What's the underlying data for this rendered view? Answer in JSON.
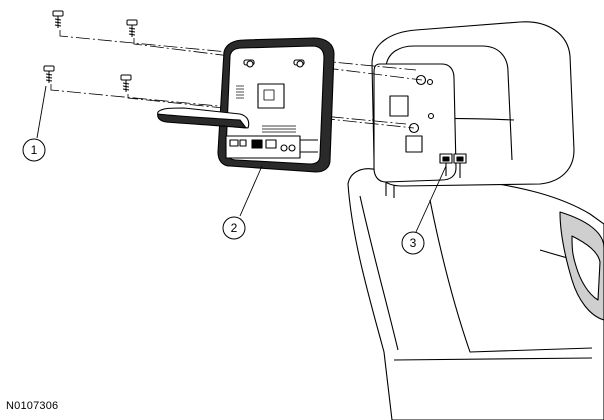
{
  "figure_code": "N0107306",
  "callouts": [
    {
      "label": "1"
    },
    {
      "label": "2"
    },
    {
      "label": "3"
    }
  ],
  "colors": {
    "line": "#000000",
    "background": "#ffffff",
    "shade": "#cfcfcf"
  }
}
